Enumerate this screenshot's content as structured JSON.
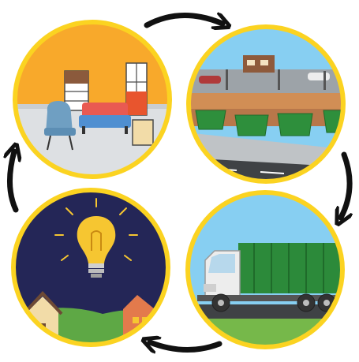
{
  "diagram": {
    "type": "cycle",
    "stages": [
      {
        "id": "stage-furniture",
        "icon": "household-furniture-icon"
      },
      {
        "id": "stage-recycling-center",
        "icon": "recycling-center-dumpsters-icon"
      },
      {
        "id": "stage-garbage-truck",
        "icon": "garbage-truck-icon"
      },
      {
        "id": "stage-energy",
        "icon": "light-bulb-energy-icon"
      }
    ],
    "flow": [
      "stage-furniture",
      "stage-recycling-center",
      "stage-garbage-truck",
      "stage-energy",
      "stage-furniture"
    ],
    "colors": {
      "ring": "#FBD321",
      "arrow": "#111111",
      "furniture_bg": "#F8A92B",
      "sky": "#87CFF2",
      "night_sky": "#242657",
      "dumpster": "#2E8F3C",
      "truck_body": "#2C8A3A",
      "bulb": "#F6C631"
    }
  }
}
